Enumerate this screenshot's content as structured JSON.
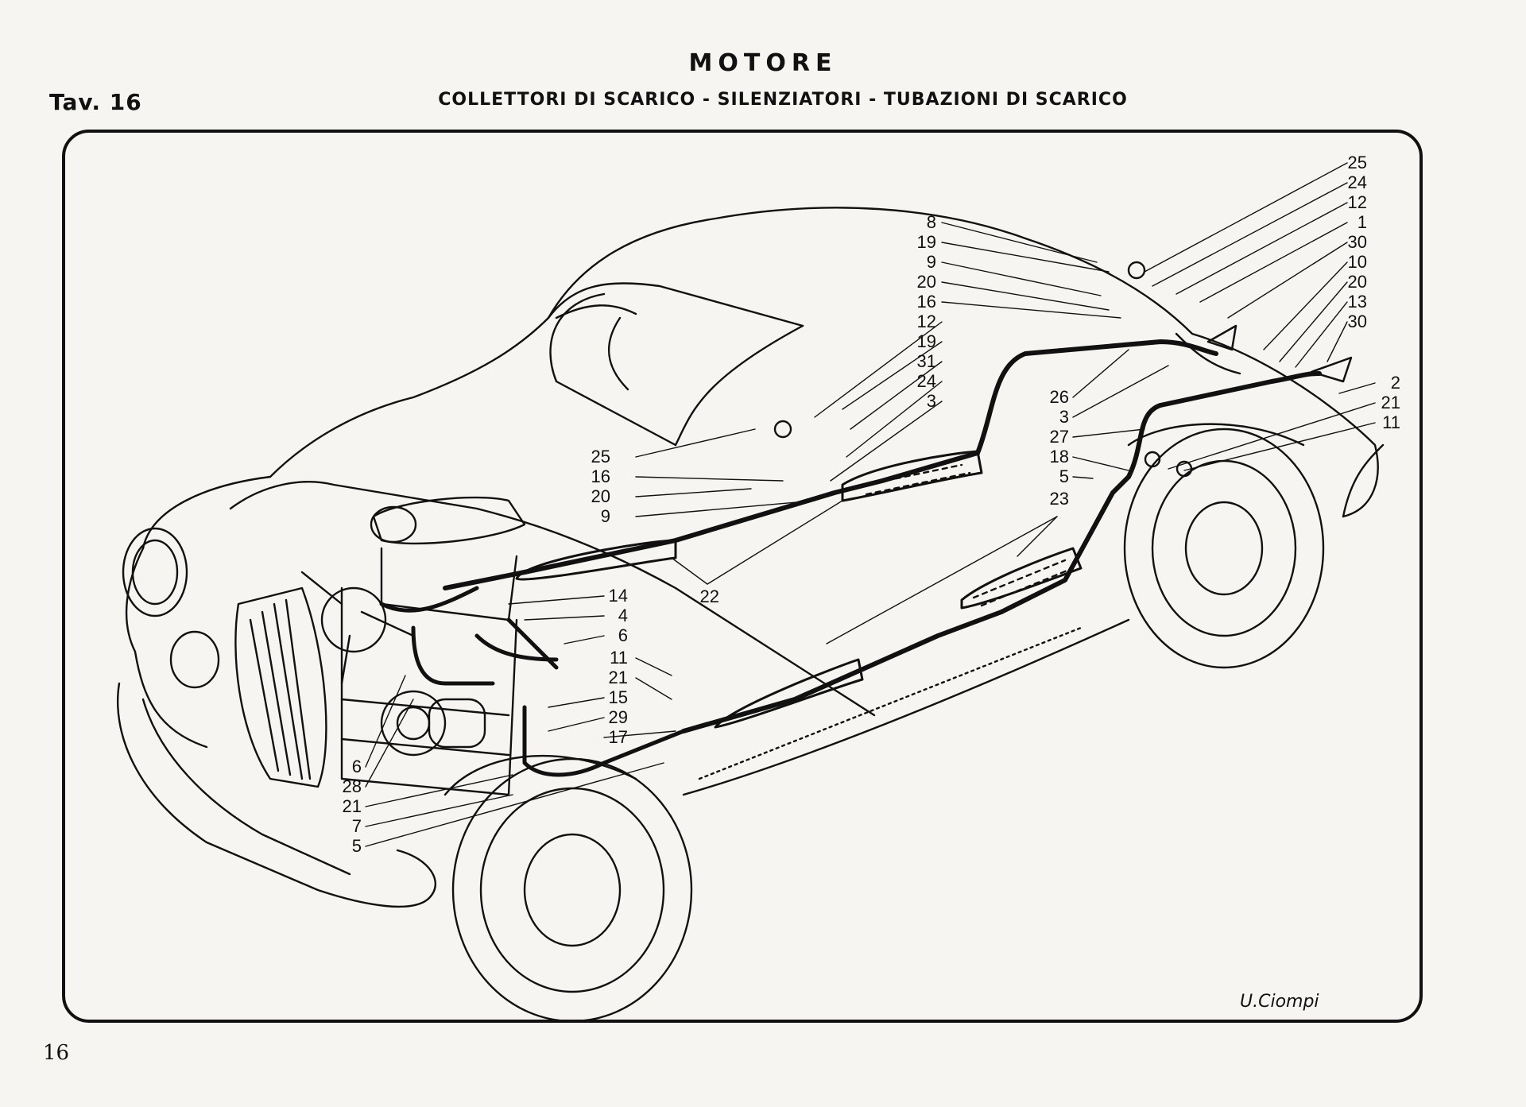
{
  "header": {
    "title": "MOTORE",
    "plate": "Tav. 16",
    "subtitle": "COLLETTORI DI SCARICO - SILENZIATORI - TUBAZIONI DI SCARICO"
  },
  "page_number": "16",
  "signature": "U.Ciompi",
  "callouts": {
    "right_column": [
      "25",
      "24",
      "12",
      "1",
      "30",
      "10",
      "20",
      "13",
      "30"
    ],
    "right_lower": [
      "2",
      "21",
      "11"
    ],
    "upper_center": [
      "8",
      "19",
      "9",
      "20",
      "16",
      "12",
      "19",
      "31",
      "24",
      "3"
    ],
    "left_upper": [
      "25",
      "16",
      "20",
      "9"
    ],
    "center_right": [
      "26",
      "3",
      "27",
      "18",
      "5",
      "23"
    ],
    "muffler_left": [
      "22"
    ],
    "engine_right": [
      "14",
      "4",
      "6",
      "11",
      "21",
      "15",
      "29",
      "17"
    ],
    "engine_left": [
      "6",
      "28",
      "21",
      "7",
      "5"
    ]
  }
}
